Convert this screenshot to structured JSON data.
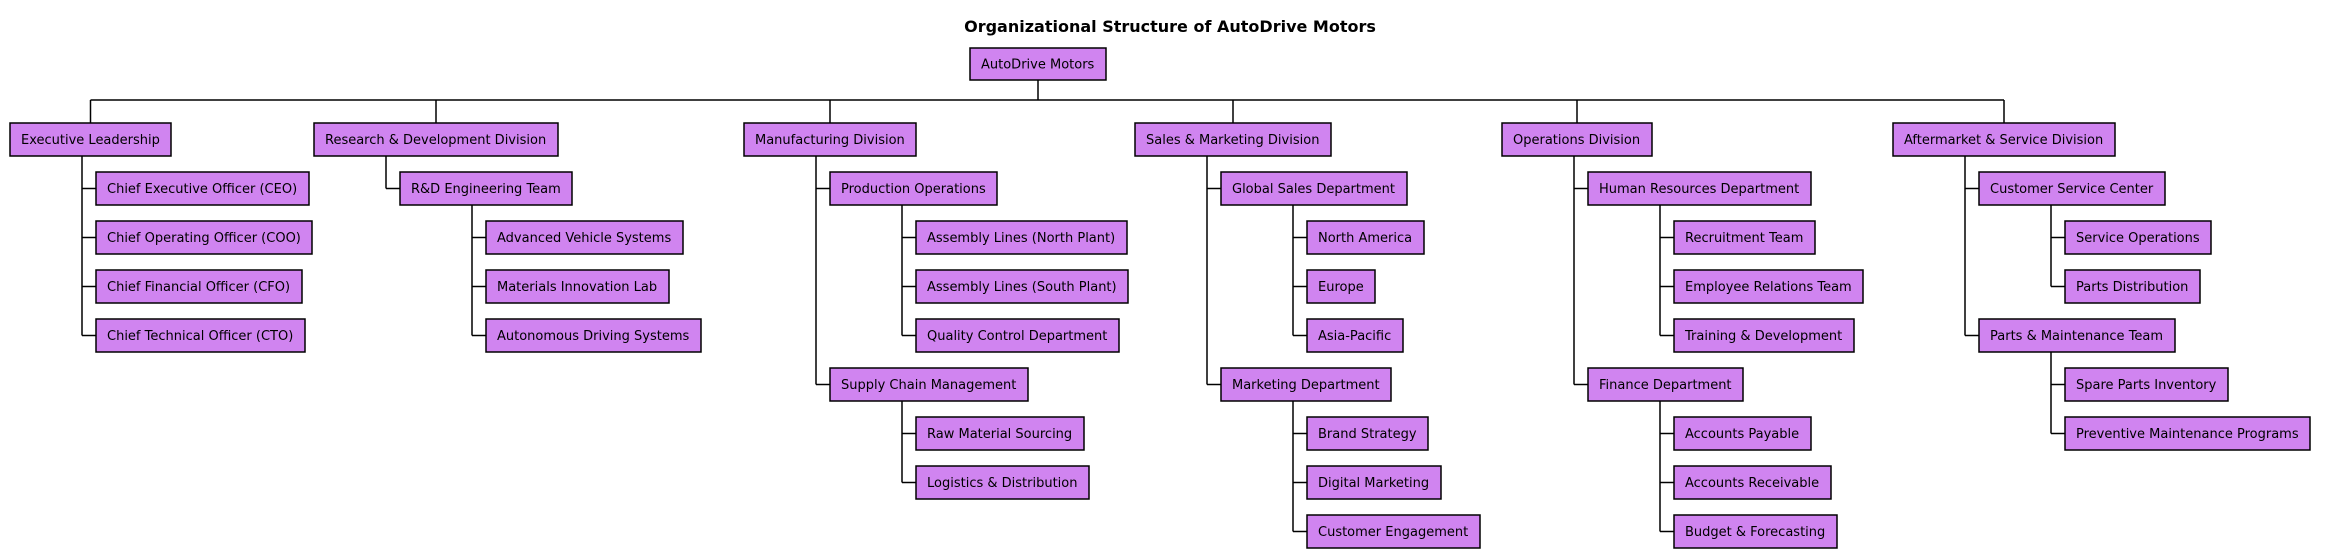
{
  "title": "Organizational Structure of AutoDrive Motors",
  "colors": {
    "node_fill": "#d084f0",
    "node_stroke": "#000000",
    "line": "#000000"
  },
  "tree": {
    "label": "AutoDrive Motors",
    "children": [
      {
        "label": "Executive Leadership",
        "children": [
          {
            "label": "Chief Executive Officer (CEO)"
          },
          {
            "label": "Chief Operating Officer (COO)"
          },
          {
            "label": "Chief Financial Officer (CFO)"
          },
          {
            "label": "Chief Technical Officer (CTO)"
          }
        ]
      },
      {
        "label": "Research & Development Division",
        "children": [
          {
            "label": "R&D Engineering Team",
            "children": [
              {
                "label": "Advanced Vehicle Systems"
              },
              {
                "label": "Materials Innovation Lab"
              },
              {
                "label": "Autonomous Driving Systems"
              }
            ]
          }
        ]
      },
      {
        "label": "Manufacturing Division",
        "children": [
          {
            "label": "Production Operations",
            "children": [
              {
                "label": "Assembly Lines (North Plant)"
              },
              {
                "label": "Assembly Lines (South Plant)"
              },
              {
                "label": "Quality Control Department"
              }
            ]
          },
          {
            "label": "Supply Chain Management",
            "children": [
              {
                "label": "Raw Material Sourcing"
              },
              {
                "label": "Logistics & Distribution"
              }
            ]
          }
        ]
      },
      {
        "label": "Sales & Marketing Division",
        "children": [
          {
            "label": "Global Sales Department",
            "children": [
              {
                "label": "North America"
              },
              {
                "label": "Europe"
              },
              {
                "label": "Asia-Pacific"
              }
            ]
          },
          {
            "label": "Marketing Department",
            "children": [
              {
                "label": "Brand Strategy"
              },
              {
                "label": "Digital Marketing"
              },
              {
                "label": "Customer Engagement"
              }
            ]
          }
        ]
      },
      {
        "label": "Operations Division",
        "children": [
          {
            "label": "Human Resources Department",
            "children": [
              {
                "label": "Recruitment Team"
              },
              {
                "label": "Employee Relations Team"
              },
              {
                "label": "Training & Development"
              }
            ]
          },
          {
            "label": "Finance Department",
            "children": [
              {
                "label": "Accounts Payable"
              },
              {
                "label": "Accounts Receivable"
              },
              {
                "label": "Budget & Forecasting"
              }
            ]
          }
        ]
      },
      {
        "label": "Aftermarket & Service Division",
        "children": [
          {
            "label": "Customer Service Center",
            "children": [
              {
                "label": "Service Operations"
              },
              {
                "label": "Parts Distribution"
              }
            ]
          },
          {
            "label": "Parts & Maintenance Team",
            "children": [
              {
                "label": "Spare Parts Inventory"
              },
              {
                "label": "Preventive Maintenance Programs"
              }
            ]
          }
        ]
      }
    ]
  }
}
